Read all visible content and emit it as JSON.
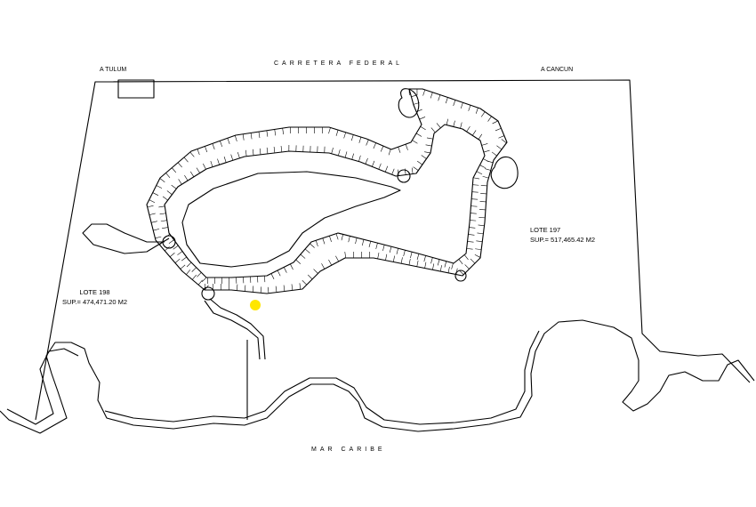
{
  "labels": {
    "top_road": "CARRETERA FEDERAL",
    "to_left": "A TULUM",
    "to_right": "A CANCUN",
    "sea": "MAR CARIBE"
  },
  "lots": [
    {
      "name": "LOTE 197",
      "area": "SUP.= 517,465.42 M2"
    },
    {
      "name": "LOTE 198",
      "area": "SUP.= 474,471.20 M2"
    }
  ],
  "marker": {
    "color": "#ffe600"
  },
  "colors": {
    "line": "#000000",
    "background": "#ffffff"
  }
}
